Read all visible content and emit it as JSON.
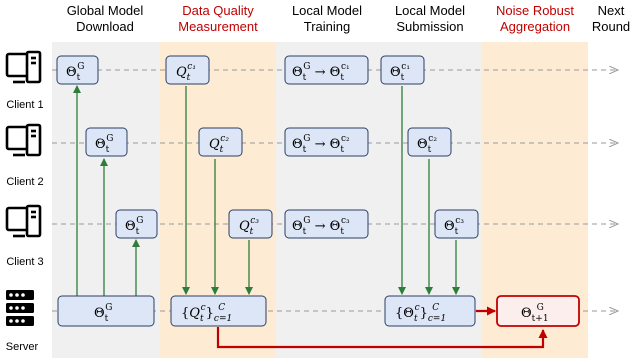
{
  "headers": {
    "download": [
      "Global Model",
      "Download"
    ],
    "quality": [
      "Data Quality",
      "Measurement"
    ],
    "training": [
      "Local Model",
      "Training"
    ],
    "submission": [
      "Local Model",
      "Submission"
    ],
    "aggregation": [
      "Noise Robust",
      "Aggregation"
    ],
    "next": [
      "Next",
      "Round"
    ]
  },
  "participants": {
    "client1": "Client 1",
    "client2": "Client 2",
    "client3": "Client 3",
    "server": "Server"
  },
  "colors": {
    "gray_band": "#f0f0f0",
    "orange_band": "#fdebd3",
    "box_fill": "#dce6f6",
    "box_stroke": "#2b3f66",
    "green_arrow": "#2e7d3a",
    "red": "#c00000",
    "dash": "#9a9a9a"
  },
  "icons": {
    "client": "desktop-computer-icon",
    "server": "server-rack-icon"
  }
}
